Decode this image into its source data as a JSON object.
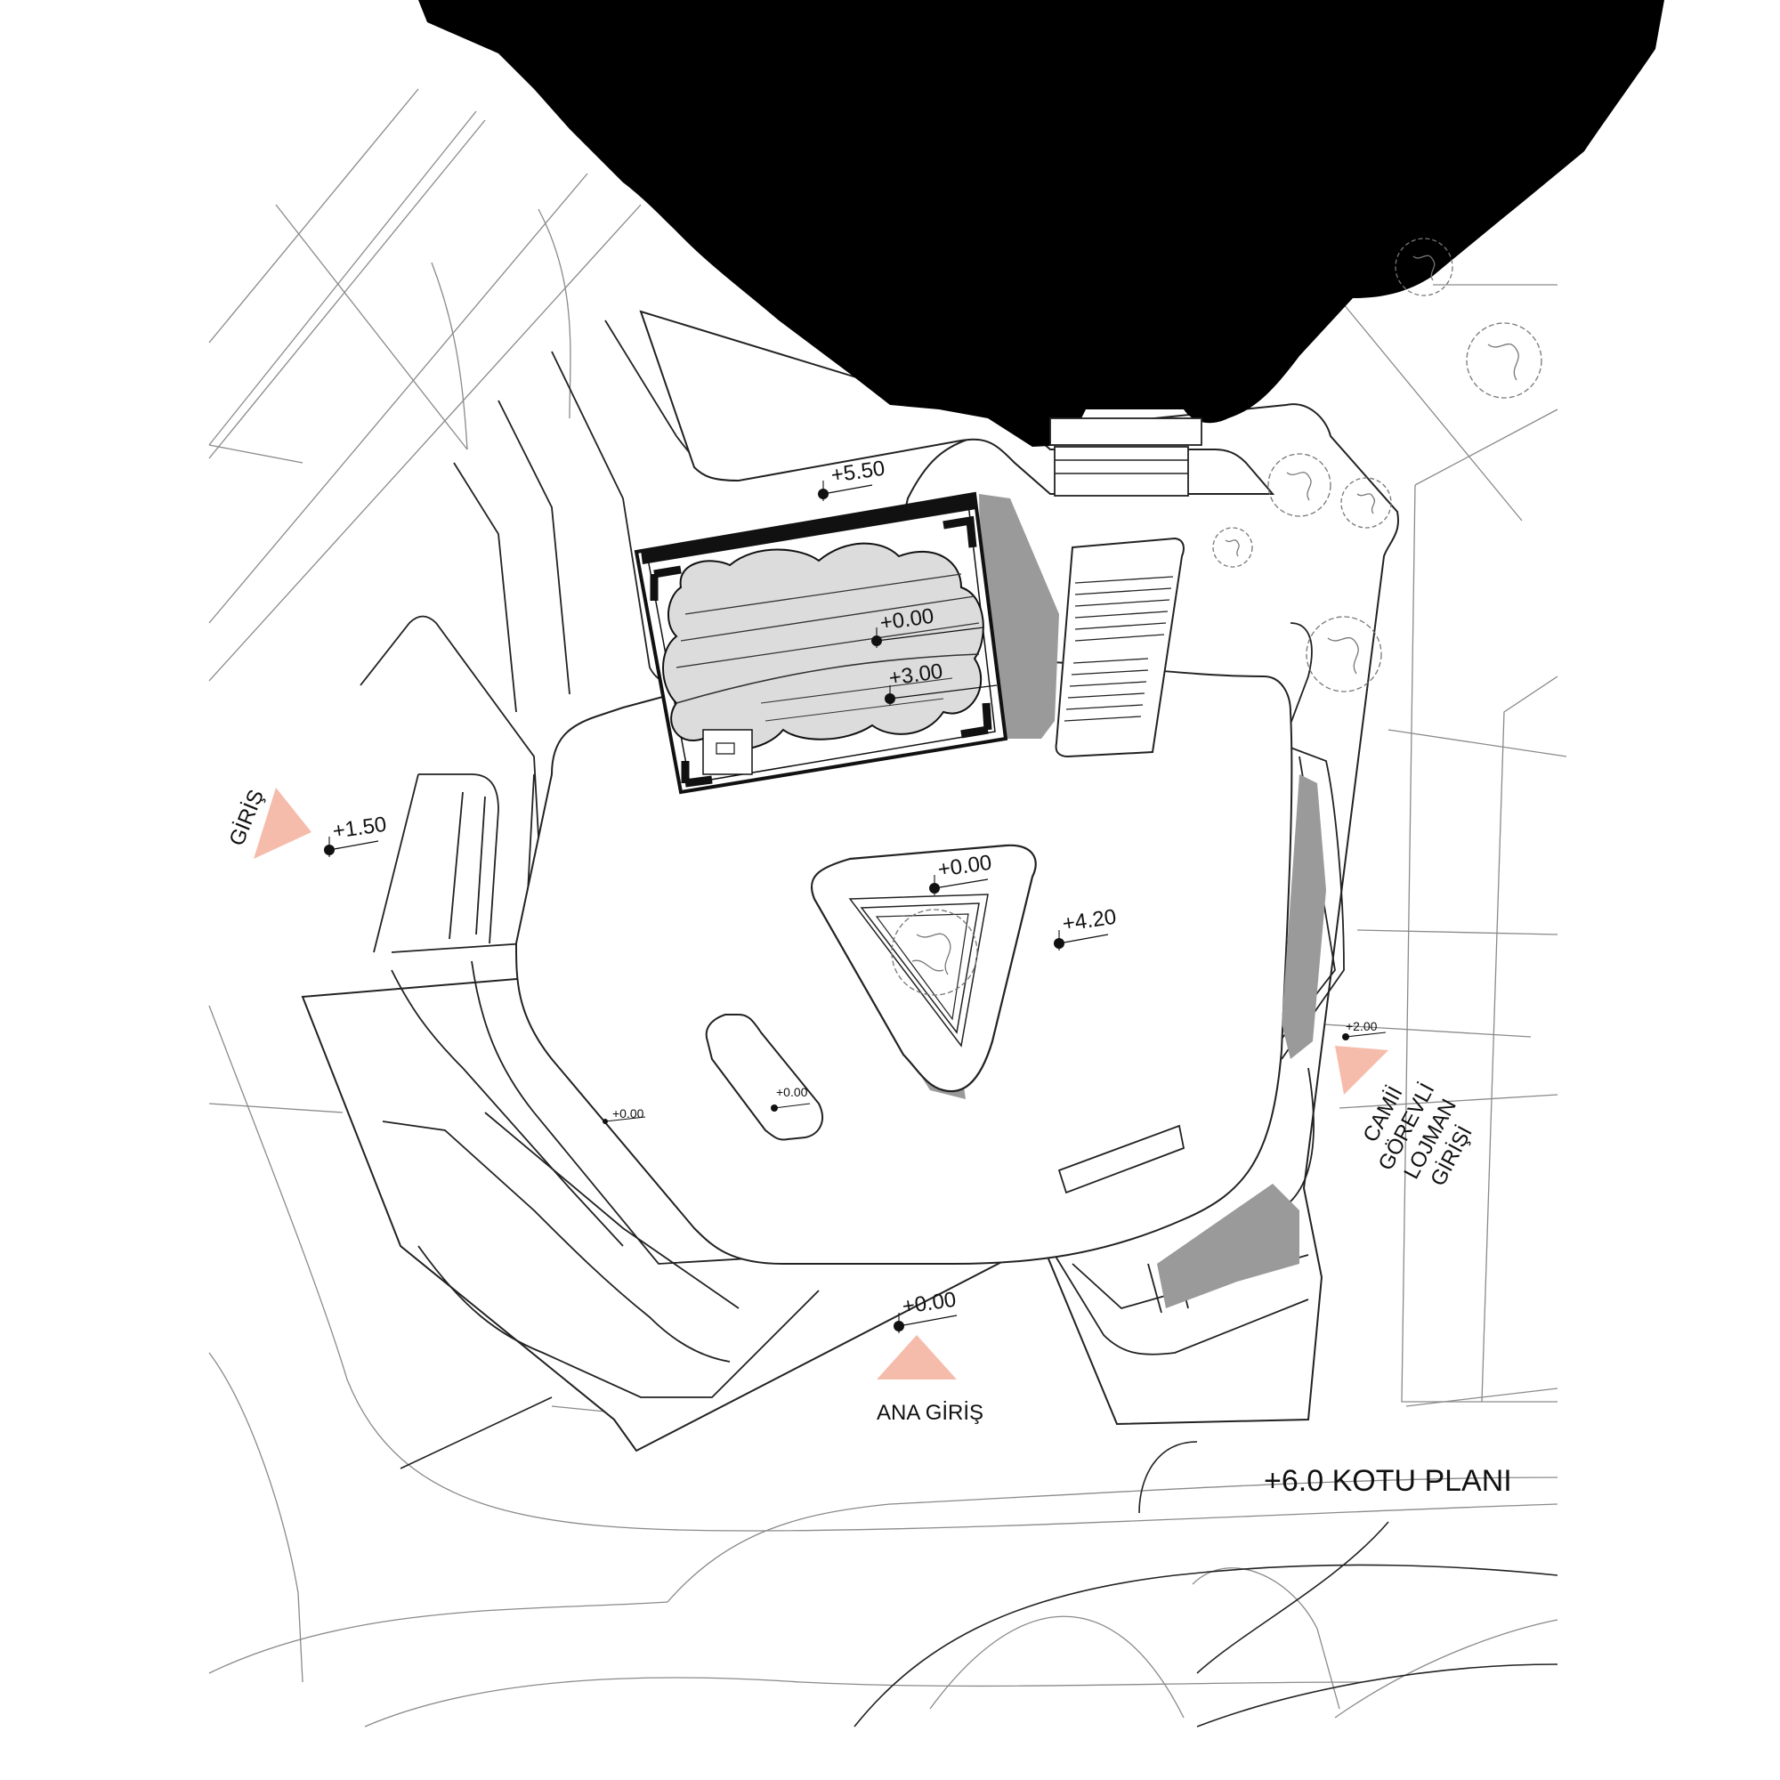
{
  "plan": {
    "title": "+6.0 KOTU PLANI",
    "entrances": {
      "main": "ANA GİRİŞ",
      "side": "GİRİŞ",
      "housing": [
        "CAMİİ",
        "GÖREVLİ",
        "LOJMAN",
        "GİRİŞİ"
      ]
    },
    "levels": {
      "top": "+5.50",
      "pool_a": "+0.00",
      "pool_b": "+3.00",
      "west": "+1.50",
      "courtyard": "+0.00",
      "plaza": "+4.20",
      "east": "+2.00",
      "small_void": "+0.00",
      "lower_terrace": "+0.00",
      "main_entry": "+0.00"
    },
    "colors": {
      "entry_marker": "#f6bcab",
      "shadow": "#9a9a9a",
      "mass": "#000000",
      "line": "#222222"
    }
  }
}
